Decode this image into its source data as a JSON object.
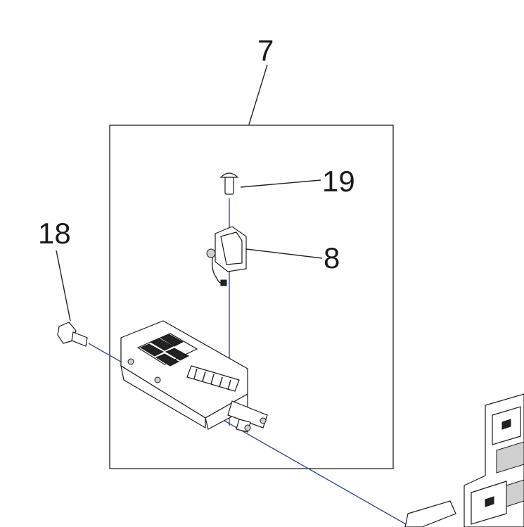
{
  "callouts": {
    "assembly": "7",
    "sensor": "8",
    "bolt": "18",
    "screw": "19"
  },
  "colors": {
    "line": "#222222",
    "axis": "#2a3f8f"
  }
}
